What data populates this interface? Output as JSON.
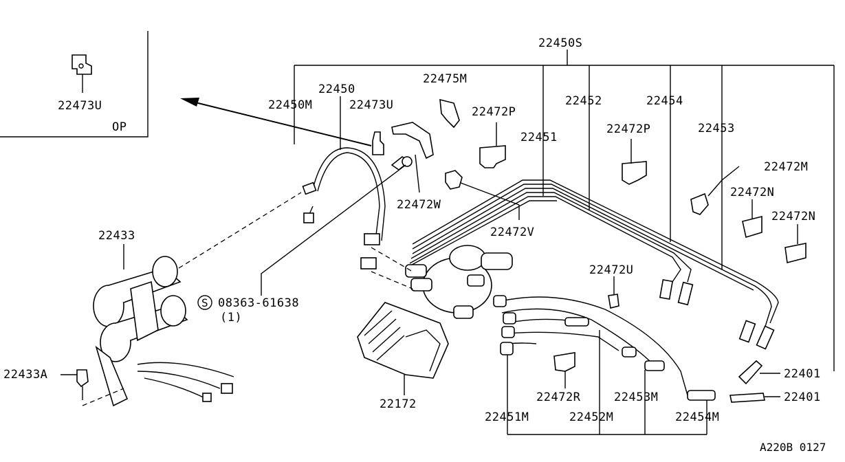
{
  "parts": {
    "p22450S": "22450S",
    "p22450": "22450",
    "p22450M": "22450M",
    "p22473U_main": "22473U",
    "p22473U_inset": "22473U",
    "p22475M": "22475M",
    "p22472P_a": "22472P",
    "p22472P_b": "22472P",
    "p22451": "22451",
    "p22452": "22452",
    "p22454": "22454",
    "p22453": "22453",
    "p22472M": "22472M",
    "p22472N_a": "22472N",
    "p22472N_b": "22472N",
    "p22472W": "22472W",
    "p22472V": "22472V",
    "p22433": "22433",
    "p08363": "08363-61638",
    "p08363_qty": "(1)",
    "p08363_symbol": "S",
    "p22472U": "22472U",
    "p22433A": "22433A",
    "p22172": "22172",
    "p22472R": "22472R",
    "p22453M": "22453M",
    "p22451M": "22451M",
    "p22452M": "22452M",
    "p22454M": "22454M",
    "p22401_a": "22401",
    "p22401_b": "22401"
  },
  "inset": {
    "option_label": "OP"
  },
  "footer": {
    "diagram_code": "A220B 0127"
  }
}
